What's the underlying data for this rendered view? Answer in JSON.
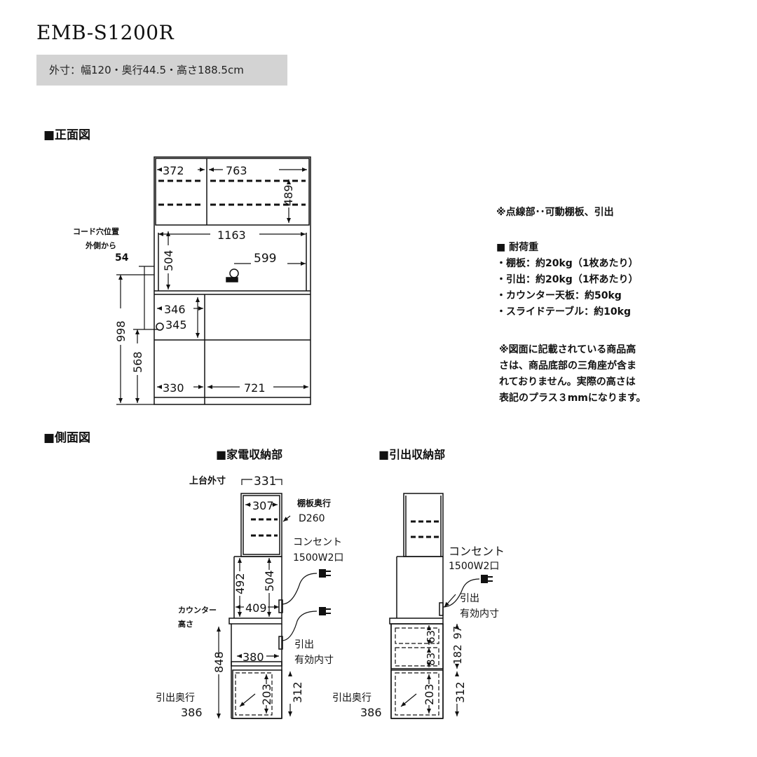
{
  "model": "EMB-S1200R",
  "outer_dims": "外寸：幅120・奥行44.5・高さ188.5cm",
  "front_title": "■正面図",
  "side_title": "■側面図",
  "side_left_title": "■家電収納部",
  "side_right_title": "■引出収納部",
  "note_dashed": "※点線部･･可動棚板、引出",
  "load_title": "■ 耐荷重",
  "load_items": [
    "・棚板：約20kg（1枚あたり）",
    "・引出：約20kg（1杯あたり）",
    "・カウンター天板：約50kg",
    "・スライドテーブル：約10kg"
  ],
  "height_note": [
    "※図面に記載されている商品高",
    "さは、商品底部の三角座が含ま",
    "れておりません。実際の高さは",
    "表記のプラス３mmになります。"
  ],
  "front": {
    "w372": "372",
    "w763": "763",
    "h489": "489",
    "w1163": "1163",
    "h504": "504",
    "w599": "599",
    "w346": "346",
    "w345": "345",
    "w330": "330",
    "w721": "721",
    "h998": "998",
    "h568": "568",
    "cord_label_1": "コード穴位置",
    "cord_label_2": "外側から",
    "cord_val": "54"
  },
  "side_left": {
    "top_outer_label": "上台外寸",
    "d331": "331",
    "d307": "307",
    "shelf_depth_1": "棚板奥行",
    "shelf_depth_2": "D260",
    "outlet_1": "コンセント",
    "outlet_2": "1500W2口",
    "h492": "492",
    "h504": "504",
    "d409": "409",
    "counter_1": "カウンター",
    "counter_2": "高さ",
    "h848": "848",
    "d380": "380",
    "drawer_1": "引出",
    "drawer_2": "有効内寸",
    "drawer_depth_label": "引出奥行",
    "d386": "386",
    "h203": "203",
    "h312": "312"
  },
  "side_right": {
    "outlet_1": "コンセント",
    "outlet_2": "1500W2口",
    "drawer_1": "引出",
    "drawer_2": "有効内寸",
    "h63": "63",
    "h97": "97",
    "h83": "83",
    "h182": "182",
    "drawer_depth_label": "引出奥行",
    "d386": "386",
    "h203": "203",
    "h312": "312"
  }
}
